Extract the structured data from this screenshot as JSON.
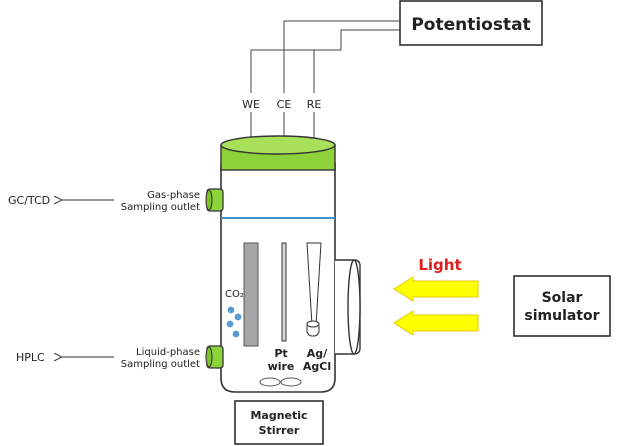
{
  "colors": {
    "cap_green": "#8ed23b",
    "line_blue": "#3d8fd6",
    "arrow_yellow": "#ffff00",
    "light_red": "#e02020",
    "bubble_blue": "#5b9bd5",
    "electrode_gray": "#a6a6a6"
  },
  "labels": {
    "potentiostat": "Potentiostat",
    "we": "WE",
    "ce": "CE",
    "re": "RE",
    "gc_tcd": "GC/TCD",
    "gas_phase_line1": "Gas-phase",
    "gas_phase_line2": "Sampling outlet",
    "hplc": "HPLC",
    "liquid_phase_line1": "Liquid-phase",
    "liquid_phase_line2": "Sampling outlet",
    "co2": "CO₂",
    "pt_line1": "Pt",
    "pt_line2": "wire",
    "agcl_line1": "Ag/",
    "agcl_line2": "AgCl",
    "light": "Light",
    "solar_line1": "Solar",
    "solar_line2": "simulator",
    "stirrer_line1": "Magnetic",
    "stirrer_line2": "Stirrer"
  }
}
